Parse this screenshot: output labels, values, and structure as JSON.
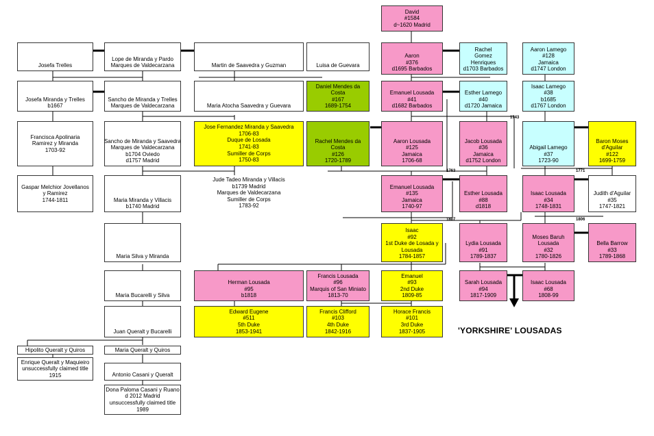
{
  "people": {
    "david": [
      "David",
      "#1584",
      "d~1620 Madrid"
    ],
    "josefa_trelles": [
      "Josefa Trelles"
    ],
    "lope": [
      "Lope de Miranda y Pardo",
      "Marques de Valdecarzana"
    ],
    "martin": [
      "Martin de Saavedra y Guzman"
    ],
    "luisa": [
      "Luisa de Guevara"
    ],
    "aaron376": [
      "Aaron",
      "#376",
      "d1695 Barbados"
    ],
    "rachel_gomez": [
      "Rachel",
      "Gomez",
      "Henriques",
      "d1703 Barbados"
    ],
    "aaron_lamego128": [
      "Aaron Lamego",
      "#128",
      "Jamaica",
      "d1747 London"
    ],
    "josefa_miranda": [
      "Josefa Miranda y Trelles",
      "b1667"
    ],
    "sancho_trelles": [
      "Sancho de Miranda y Trelles",
      "Marques de Valdecarzana"
    ],
    "maria_atocha": [
      "Maria Atocha Saavedra y Guevara"
    ],
    "daniel_mendes": [
      "Daniel Mendes da",
      "Costa",
      "#167",
      "1689-1754"
    ],
    "emanuel41": [
      "Emanuel Lousada",
      "#41",
      "d1682 Barbados"
    ],
    "esther_lamego40": [
      "Esther Lamego",
      "#40",
      "d1720 Jamaica"
    ],
    "isaac_lamego38": [
      "Isaac Lamego",
      "#38",
      "b1685",
      "d1767 London"
    ],
    "francisca": [
      "Francisca Apolinaria",
      "Ramirez y Miranda",
      "1703-92"
    ],
    "sancho_saavedra": [
      "Sancho de Miranda y Saavedra",
      "Marques de Valdecarzana",
      "b1704 Oviedo",
      "d1757 Madrid"
    ],
    "jose_fernandez": [
      "Jose Fernandez Miranda y Saavedra",
      "1706-83",
      "Duque de Losada",
      "1741-83",
      "Sumiller de Corps",
      "1750-83"
    ],
    "rachel_mendes": [
      "Rachel Mendes da",
      "Costa",
      "#126",
      "1720-1789"
    ],
    "aaron125": [
      "Aaron Lousada",
      "#125",
      "Jamaica",
      "1706-68"
    ],
    "jacob36": [
      "Jacob Lousada",
      "#36",
      "Jamaica",
      "d1752 London"
    ],
    "abigail37": [
      "Abigail Lamego",
      "#37",
      "1723-90"
    ],
    "baron_moses": [
      "Baron Moses",
      "d'Aguilar",
      "#122",
      "1699-1759"
    ],
    "gaspar": [
      "Gaspar Melchior Jovellanos",
      "y Ramirez",
      "1744-1811"
    ],
    "maria_villacis": [
      "Maria Miranda y Villacis",
      "b1740 Madrid"
    ],
    "jude_tadeo": [
      "Jude Tadeo Miranda y Villacis",
      "b1739 Madrid",
      "Marques de Valdecarzana",
      "Sumiller de Corps",
      "1783-92"
    ],
    "emanuel135": [
      "Emanuel Lousada",
      "#135",
      "Jamaica",
      "1740-97"
    ],
    "esther88": [
      "Esther Lousada",
      "#88",
      "d1818"
    ],
    "isaac34": [
      "Isaac Lousada",
      "#34",
      "1748-1831"
    ],
    "judith35": [
      "Judith d'Aguilar",
      "#35",
      "1747-1821"
    ],
    "maria_silva": [
      "Maria Silva y Miranda"
    ],
    "isaac92": [
      "Isaac",
      "#92",
      "1st Duke de Losada y",
      "Lousada",
      "1784-1857"
    ],
    "lydia91": [
      "Lydia Lousada",
      "#91",
      "1789-1837"
    ],
    "moses_baruh": [
      "Moses Baruh",
      "Lousada",
      "#32",
      "1780-1826"
    ],
    "bella33": [
      "Bella Barrow",
      "#33",
      "1789-1868"
    ],
    "maria_bucarelli": [
      "Maria Bucarelli y Silva"
    ],
    "herman95": [
      "Herman Lousada",
      "#95",
      "b1818"
    ],
    "francis96": [
      "Francis  Lousada",
      "#96",
      "Marquis of San Miniato",
      "1813-70"
    ],
    "emanuel93": [
      "Emanuel",
      "#93",
      "2nd Duke",
      "1809-85"
    ],
    "sarah94": [
      "Sarah  Lousada",
      "#94",
      "1817-1909"
    ],
    "isaac68": [
      "Isaac Lousada",
      "#68",
      "1808-99"
    ],
    "juan_queralt": [
      "Juan Queralt y Bucarelli"
    ],
    "edward511": [
      "Edward Eugene",
      "#511",
      "5th Duke",
      "1853-1941"
    ],
    "francis103": [
      "Francis Clifford",
      "#103",
      "4th Duke",
      "1842-1916"
    ],
    "horace101": [
      "Horace Francis",
      "#101",
      "3rd Duke",
      "1837-1905"
    ],
    "hipolito": [
      "Hipolito Queralt y Quiros"
    ],
    "maria_queralt": [
      "Maria Queralt y Quiros"
    ],
    "enrique": [
      "Enrique Queralt y Maquieiro",
      "unsuccessfully claimed title",
      "1915"
    ],
    "antonio": [
      "Antonio Casani y Queralt"
    ],
    "dona_paloma": [
      "Dona Paloma Casani y Ruano",
      "d 2012 Madrid",
      "unsuccessfully claimed title",
      "1989"
    ]
  },
  "years": {
    "y1743": "1743",
    "y1763": "1763",
    "y1771": "1771",
    "y1807": "1807",
    "y1806": "1806"
  },
  "caption": "'YORKSHIRE' LOUSADAS",
  "colors": {
    "pink": "#f799c8",
    "yellow": "#ffff00",
    "cyan": "#c8ffff",
    "green": "#99cc00",
    "line": "#000000"
  }
}
